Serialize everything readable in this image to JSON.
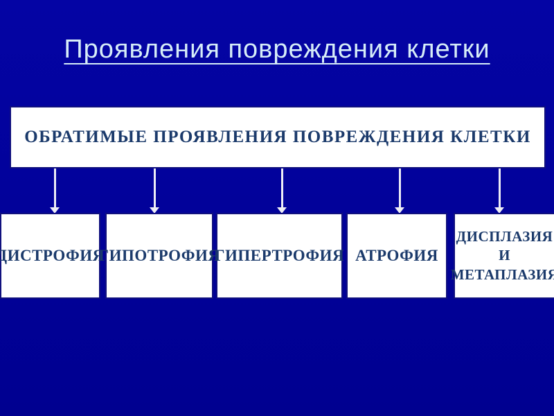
{
  "slide": {
    "title": "Проявления повреждения клетки",
    "root_box": {
      "label": "ОБРАТИМЫЕ ПРОЯВЛЕНИЯ ПОВРЕЖДЕНИЯ КЛЕТКИ"
    },
    "child_boxes": [
      {
        "label": "ДИСТРОФИЯ"
      },
      {
        "label": "ГИПОТРОФИЯ"
      },
      {
        "label": "ГИПЕРТРОФИЯ"
      },
      {
        "label": "АТРОФИЯ"
      },
      {
        "label": "ДИСПЛАЗИЯ\nИ\nМЕТАПЛАЗИЯ"
      }
    ],
    "colors": {
      "bg_top": "#0404a4",
      "bg_bottom": "#000090",
      "title_text": "#d6edf8",
      "box_fill": "#ffffff",
      "box_text": "#1b3a6b",
      "box_border": "#10107e",
      "arrow": "#ededf5"
    }
  }
}
